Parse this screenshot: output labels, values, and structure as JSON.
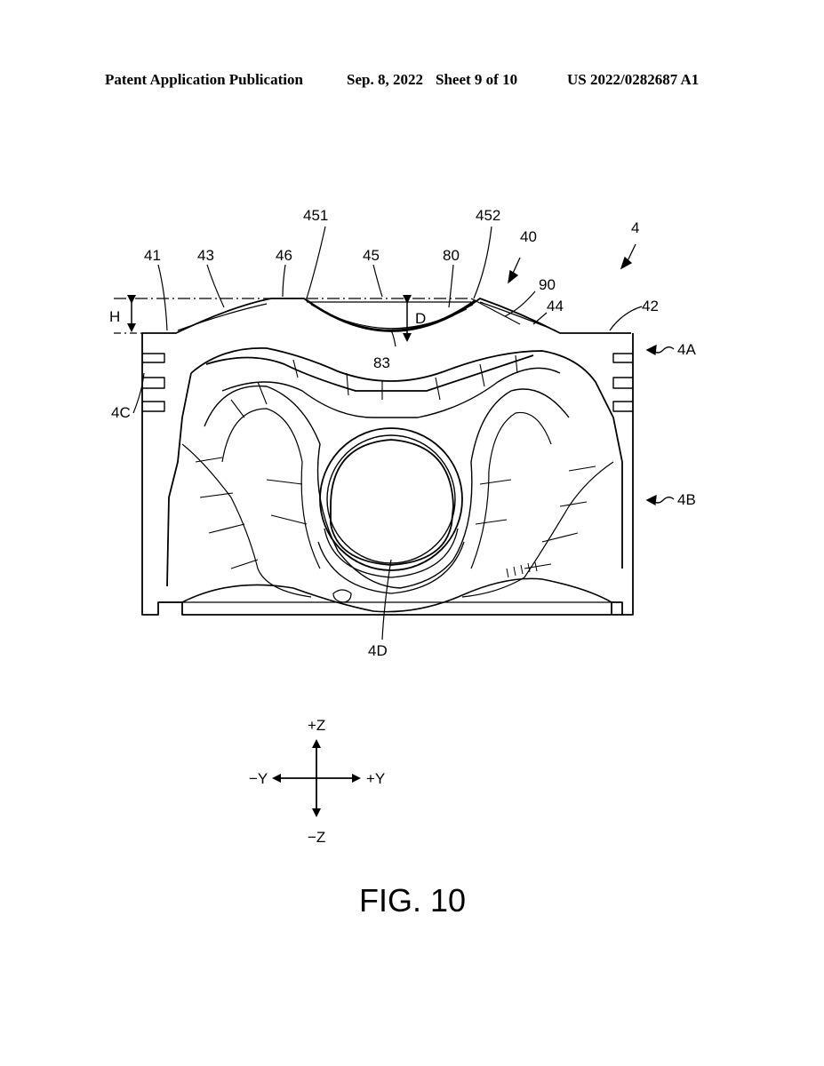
{
  "header": {
    "left": "Patent Application Publication",
    "date": "Sep. 8, 2022",
    "sheet": "Sheet 9 of 10",
    "number": "US 2022/0282687 A1"
  },
  "labels": {
    "l451": "451",
    "l452": "452",
    "l4": "4",
    "l40": "40",
    "l41": "41",
    "l43": "43",
    "l46": "46",
    "l45": "45",
    "l80": "80",
    "l90": "90",
    "l44": "44",
    "l42": "42",
    "lH": "H",
    "lD": "D",
    "l83": "83",
    "l4A": "4A",
    "l4C": "4C",
    "l4B": "4B",
    "l4D": "4D"
  },
  "axes": {
    "pz": "+Z",
    "nz": "−Z",
    "ny": "−Y",
    "py": "+Y"
  },
  "figure_caption": "FIG. 10"
}
